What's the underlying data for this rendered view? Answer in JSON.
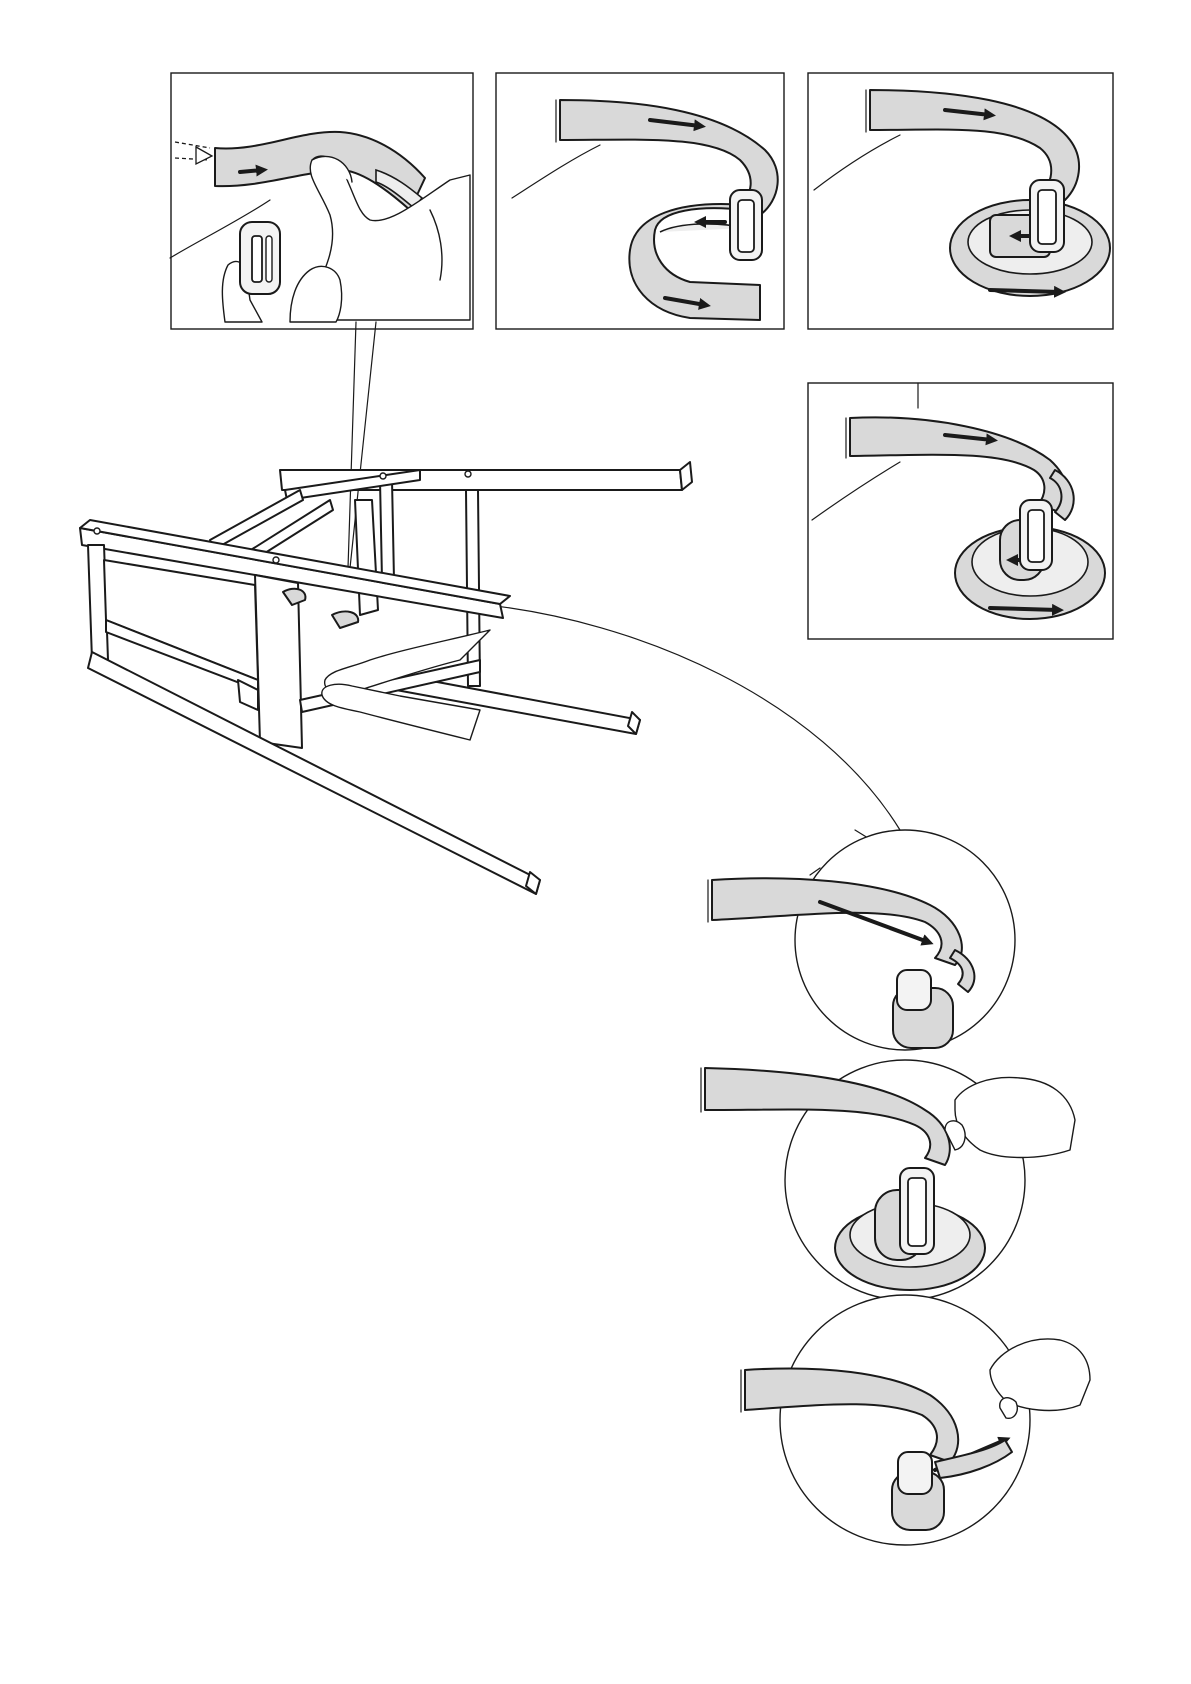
{
  "illustration": {
    "panels": [
      {
        "id": "step-1",
        "icon": "strap-threading-into-buckle-icon"
      },
      {
        "id": "step-2",
        "icon": "strap-loop-through-buckle-icon"
      },
      {
        "id": "step-3",
        "icon": "strap-coiled-in-buckle-icon"
      },
      {
        "id": "step-4",
        "icon": "strap-coiled-tight-icon"
      }
    ],
    "main_view": {
      "icon": "upside-down-chair-frame-icon"
    },
    "circle_details": [
      {
        "id": "detail-1",
        "icon": "strap-rolled-end-icon"
      },
      {
        "id": "detail-2",
        "icon": "strap-pulled-by-hand-icon"
      },
      {
        "id": "detail-3",
        "icon": "strap-tightened-by-hand-icon"
      }
    ],
    "colors": {
      "ink": "#1a1a1a",
      "strap": "#d9d9d9",
      "paper": "#ffffff"
    }
  }
}
